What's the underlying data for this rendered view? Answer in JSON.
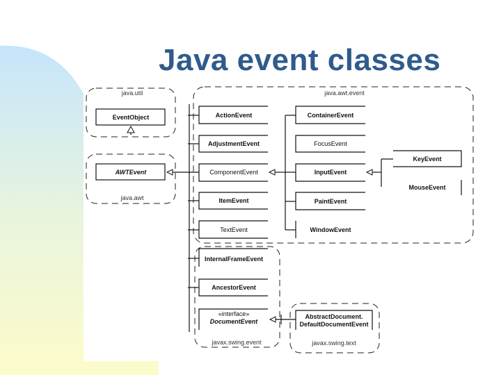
{
  "title": "Java event classes",
  "colors": {
    "title": "#2f5b8c",
    "gradient_top": "#c8e6fa",
    "gradient_bottom": "#fdfbcc"
  },
  "packages": {
    "java_util": "java.util",
    "java_awt": "java.awt",
    "java_awt_event": "java.awt.event",
    "javax_swing_event": "javax.swing.event",
    "javax_swing_text": "javax.swing.text"
  },
  "classes": {
    "event_object": "EventObject",
    "awt_event": "AWTEvent",
    "action_event": "ActionEvent",
    "adjustment_event": "AdjustmentEvent",
    "component_event": "ComponentEvent",
    "item_event": "ItemEvent",
    "text_event": "TextEvent",
    "container_event": "ContainerEvent",
    "focus_event": "FocusEvent",
    "input_event": "InputEvent",
    "paint_event": "PaintEvent",
    "window_event": "WindowEvent",
    "key_event": "KeyEvent",
    "mouse_event": "MouseEvent",
    "internal_frame_event": "InternalFrameEvent",
    "ancestor_event": "AncestorEvent",
    "document_event_stereotype": "«interface»",
    "document_event": "DocumentEvent",
    "default_document_event_line1": "AbstractDocument.",
    "default_document_event_line2": "DefaultDocumentEvent"
  }
}
